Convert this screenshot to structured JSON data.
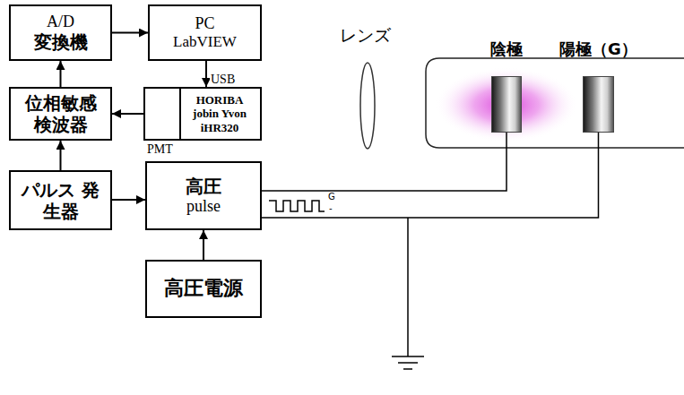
{
  "diagram": {
    "nodes": [
      {
        "text": [
          "A/D",
          "変換機"
        ]
      },
      {
        "text": [
          "PC",
          "LabVIEW"
        ]
      },
      {
        "text": [
          "位相敏感 検波器"
        ]
      },
      {
        "text": [
          "HORIBA jobin Yvon iHR320"
        ]
      },
      {
        "text": [
          "パルス 発生器"
        ]
      },
      {
        "text": [
          "高圧",
          "pulse"
        ]
      },
      {
        "text": [
          "高圧電源"
        ]
      },
      {
        "text": [
          "陰極"
        ]
      },
      {
        "text": [
          "陽極（G）"
        ]
      }
    ],
    "edges": [
      {
        "from": 0,
        "to": 1,
        "arrow": "to"
      },
      {
        "from": 1,
        "to": 3,
        "arrow": "to",
        "label": "USB"
      },
      {
        "from": 3,
        "to": 2,
        "arrow": "to"
      },
      {
        "from": 2,
        "to": 0,
        "arrow": "to"
      },
      {
        "from": 4,
        "to": 2,
        "arrow": "to"
      },
      {
        "from": 4,
        "to": 5,
        "arrow": "to"
      },
      {
        "from": 6,
        "to": 5,
        "arrow": "to"
      },
      {
        "from": 5,
        "to": 7,
        "arrow": "none"
      },
      {
        "from": 5,
        "to": 8,
        "arrow": "none"
      }
    ],
    "labels": [
      "PMT",
      "レンズ",
      "G",
      "-"
    ]
  }
}
